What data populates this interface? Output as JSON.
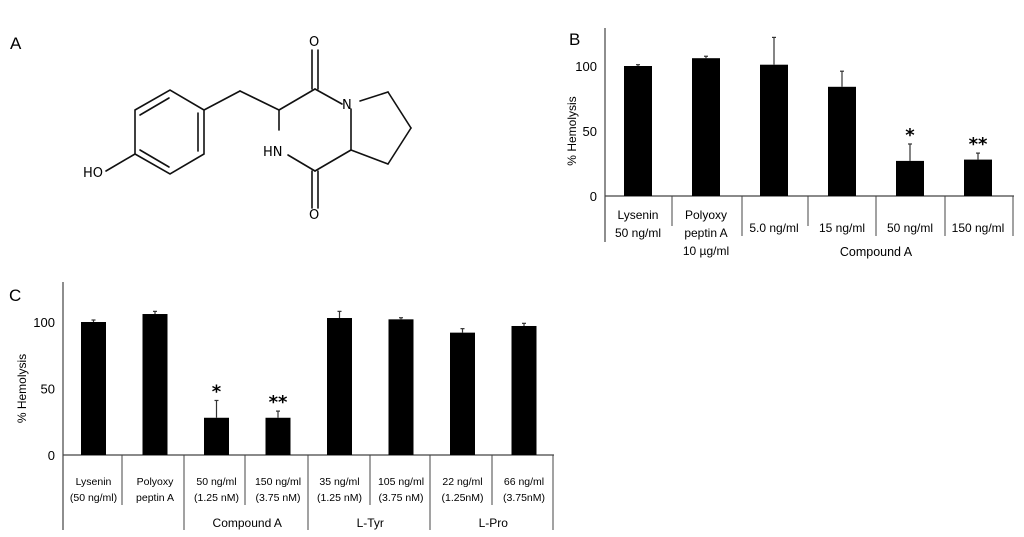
{
  "panels": {
    "A": {
      "letter": "A",
      "atoms": {
        "O_top": "O",
        "O_bottom": "O",
        "N": "N",
        "NH": "HN",
        "OH": "HO"
      }
    },
    "B": {
      "letter": "B"
    },
    "C": {
      "letter": "C"
    }
  },
  "chart_data": [
    {
      "panel": "B",
      "type": "bar",
      "ylabel": "% Hemolysis",
      "xlabel": "",
      "ylim": [
        0,
        130
      ],
      "yticks": [
        0,
        50,
        100
      ],
      "grid": false,
      "legend": "none",
      "categories": [
        "Lysenin 50 ng/ml",
        "Polyoxy peptin A 10 µg/ml",
        "5.0 ng/ml",
        "15 ng/ml",
        "50 ng/ml",
        "150 ng/ml"
      ],
      "category_lines": [
        [
          "Lysenin",
          "50 ng/ml"
        ],
        [
          "Polyoxy",
          "peptin A",
          "10 µg/ml"
        ],
        [
          "5.0 ng/ml"
        ],
        [
          "15 ng/ml"
        ],
        [
          "50 ng/ml"
        ],
        [
          "150 ng/ml"
        ]
      ],
      "group_labels": [
        {
          "label": "Compound  A",
          "categories": [
            2,
            3,
            4,
            5
          ]
        }
      ],
      "values": [
        100,
        106,
        101,
        84,
        27,
        28
      ],
      "errors": [
        1,
        1.5,
        21,
        12,
        13,
        5
      ],
      "significance": [
        "",
        "",
        "",
        "",
        "*",
        "**"
      ]
    },
    {
      "panel": "C",
      "type": "bar",
      "ylabel": "% Hemolysis",
      "xlabel": "",
      "ylim": [
        0,
        130
      ],
      "yticks": [
        0,
        50,
        100
      ],
      "grid": false,
      "legend": "none",
      "categories": [
        "Lysenin (50 ng/ml)",
        "Polyoxy peptin A",
        "50 ng/ml (1.25 nM)",
        "150 ng/ml (3.75 nM)",
        "35 ng/ml (1.25 nM)",
        "105 ng/ml (3.75 nM)",
        "22 ng/ml (1.25nM)",
        "66 ng/ml (3.75nM)"
      ],
      "category_lines": [
        [
          "Lysenin",
          "(50 ng/ml)"
        ],
        [
          "Polyoxy",
          "peptin A"
        ],
        [
          "50 ng/ml",
          "(1.25 nM)"
        ],
        [
          "150 ng/ml",
          "(3.75 nM)"
        ],
        [
          "35 ng/ml",
          "(1.25 nM)"
        ],
        [
          "105 ng/ml",
          "(3.75 nM)"
        ],
        [
          "22 ng/ml",
          "(1.25nM)"
        ],
        [
          "66 ng/ml",
          "(3.75nM)"
        ]
      ],
      "group_labels": [
        {
          "label": "Compound A",
          "categories": [
            2,
            3
          ]
        },
        {
          "label": "L-Tyr",
          "categories": [
            4,
            5
          ]
        },
        {
          "label": "L-Pro",
          "categories": [
            6,
            7
          ]
        }
      ],
      "values": [
        100,
        106,
        28,
        28,
        103,
        102,
        92,
        97
      ],
      "errors": [
        1.5,
        2,
        13,
        5,
        5,
        1.2,
        3,
        2
      ],
      "significance": [
        "",
        "",
        "*",
        "**",
        "",
        "",
        "",
        ""
      ]
    }
  ]
}
